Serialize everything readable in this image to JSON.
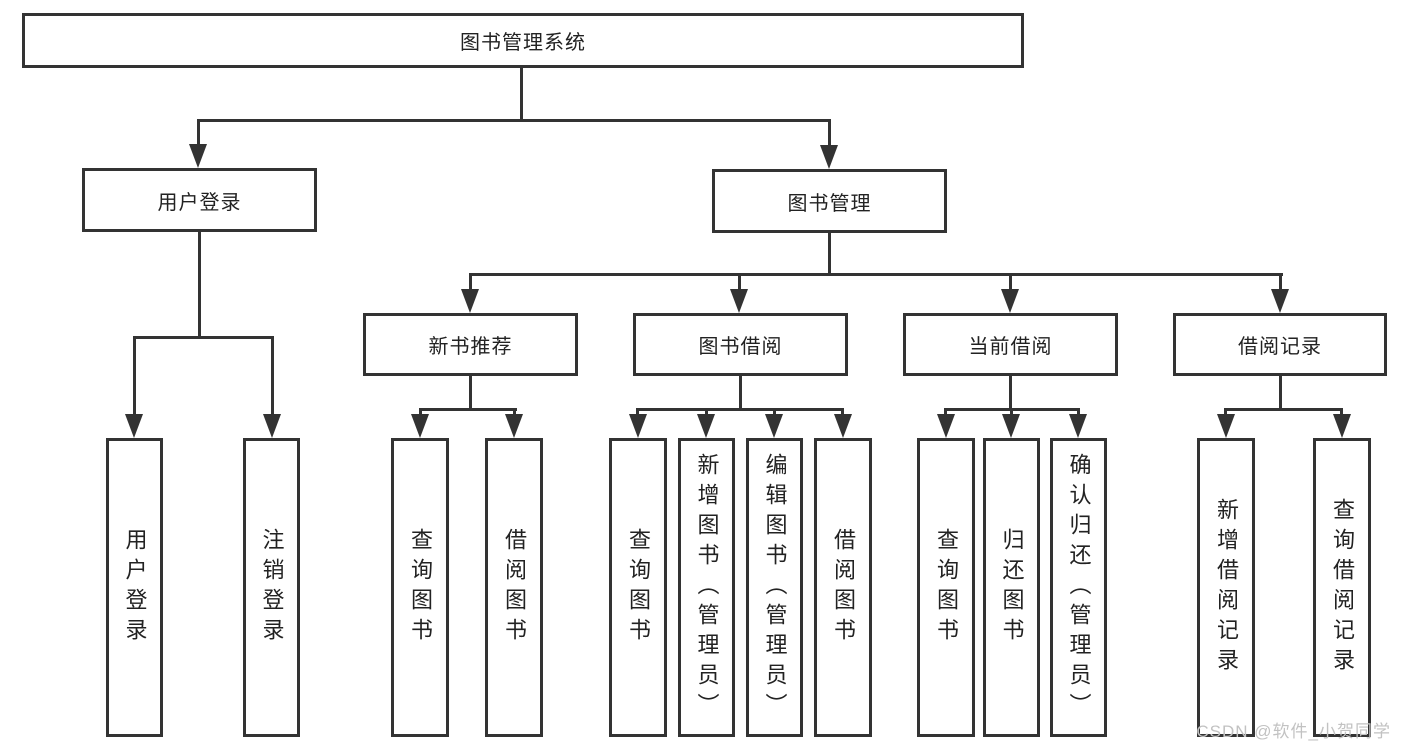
{
  "nodes": {
    "root": "图书管理系统",
    "level2": [
      "用户登录",
      "图书管理"
    ],
    "level3": [
      "新书推荐",
      "图书借阅",
      "当前借阅",
      "借阅记录"
    ],
    "leaves": [
      "用户登录",
      "注销登录",
      "查询图书",
      "借阅图书",
      "查询图书",
      "新增图书（管理员）",
      "编辑图书（管理员）",
      "借阅图书",
      "查询图书",
      "归还图书",
      "确认归还（管理员）",
      "新增借阅记录",
      "查询借阅记录"
    ]
  },
  "watermark": "CSDN @软件_小贺同学",
  "colors": {
    "line": "#333333",
    "text": "#222222",
    "watermark": "#c2c2c2",
    "background": "#ffffff"
  }
}
